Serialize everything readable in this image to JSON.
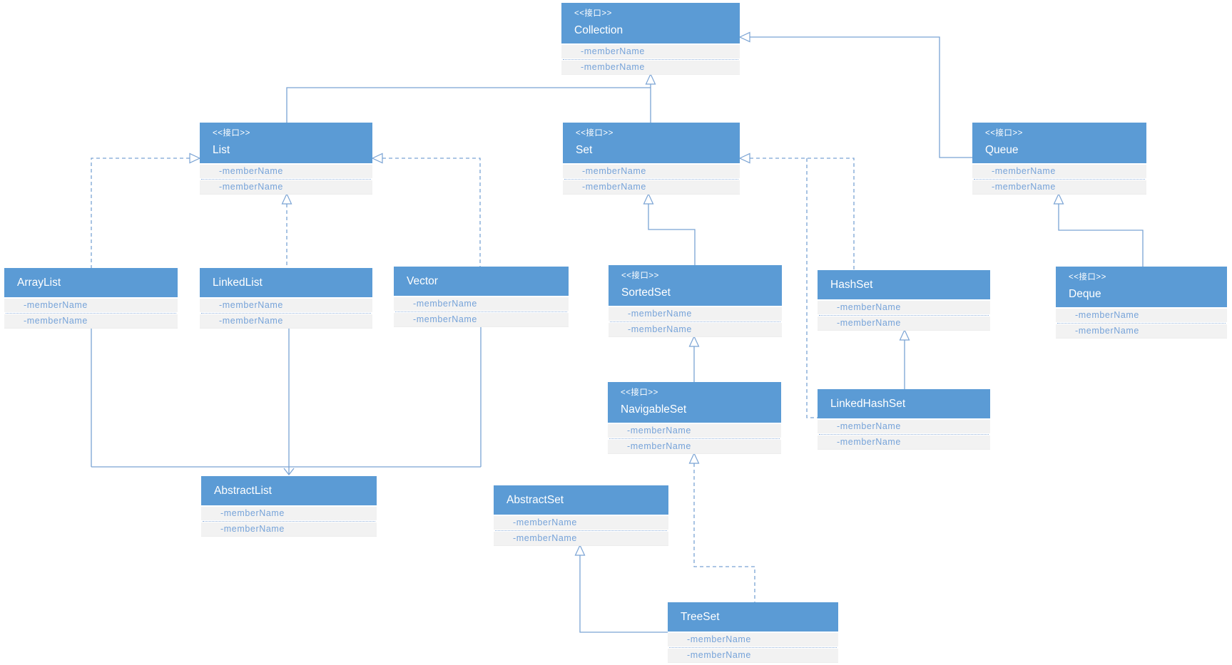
{
  "diagram": {
    "kind": "uml-class-diagram",
    "interface_stereotype_label": "<<接口>>",
    "colors": {
      "header_blue": "#5b9bd5",
      "connector_blue": "#7aa3d4",
      "member_text_blue": "#76a3d9",
      "member_background": "#f2f2f2",
      "canvas_background": "#ffffff"
    },
    "nodes": {
      "collection": {
        "stereotype": "<<接口>>",
        "name": "Collection",
        "members": [
          "-memberName",
          "-memberName"
        ]
      },
      "list": {
        "stereotype": "<<接口>>",
        "name": "List",
        "members": [
          "-memberName",
          "-memberName"
        ]
      },
      "set": {
        "stereotype": "<<接口>>",
        "name": "Set",
        "members": [
          "-memberName",
          "-memberName"
        ]
      },
      "queue": {
        "stereotype": "<<接口>>",
        "name": "Queue",
        "members": [
          "-memberName",
          "-memberName"
        ]
      },
      "arraylist": {
        "name": "ArrayList",
        "members": [
          "-memberName",
          "-memberName"
        ]
      },
      "linkedlist": {
        "name": "LinkedList",
        "members": [
          "-memberName",
          "-memberName"
        ]
      },
      "vector": {
        "name": "Vector",
        "members": [
          "-memberName",
          "-memberName"
        ]
      },
      "sortedset": {
        "stereotype": "<<接口>>",
        "name": "SortedSet",
        "members": [
          "-memberName",
          "-memberName"
        ]
      },
      "hashset": {
        "name": "HashSet",
        "members": [
          "-memberName",
          "-memberName"
        ]
      },
      "deque": {
        "stereotype": "<<接口>>",
        "name": "Deque",
        "members": [
          "-memberName",
          "-memberName"
        ]
      },
      "navigableset": {
        "stereotype": "<<接口>>",
        "name": "NavigableSet",
        "members": [
          "-memberName",
          "-memberName"
        ]
      },
      "linkedhashset": {
        "name": "LinkedHashSet",
        "members": [
          "-memberName",
          "-memberName"
        ]
      },
      "abstractlist": {
        "name": "AbstractList",
        "members": [
          "-memberName",
          "-memberName"
        ]
      },
      "abstractset": {
        "name": "AbstractSet",
        "members": [
          "-memberName",
          "-memberName"
        ]
      },
      "treeset": {
        "name": "TreeSet",
        "members": [
          "-memberName",
          "-memberName"
        ]
      }
    },
    "edges": [
      {
        "from": "list",
        "to": "collection",
        "line": "solid",
        "arrow": "hollow-triangle"
      },
      {
        "from": "set",
        "to": "collection",
        "line": "solid",
        "arrow": "hollow-triangle"
      },
      {
        "from": "queue",
        "to": "collection",
        "line": "solid",
        "arrow": "hollow-triangle"
      },
      {
        "from": "arraylist",
        "to": "list",
        "line": "dashed",
        "arrow": "hollow-triangle"
      },
      {
        "from": "linkedlist",
        "to": "list",
        "line": "dashed",
        "arrow": "hollow-triangle"
      },
      {
        "from": "vector",
        "to": "list",
        "line": "dashed",
        "arrow": "hollow-triangle"
      },
      {
        "from": "hashset",
        "to": "set",
        "line": "dashed",
        "arrow": "hollow-triangle"
      },
      {
        "from": "linkedhashset",
        "to": "set",
        "line": "dashed",
        "arrow": "none"
      },
      {
        "from": "sortedset",
        "to": "set",
        "line": "solid",
        "arrow": "hollow-triangle"
      },
      {
        "from": "navigableset",
        "to": "sortedset",
        "line": "solid",
        "arrow": "hollow-triangle"
      },
      {
        "from": "treeset",
        "to": "navigableset",
        "line": "dashed",
        "arrow": "hollow-triangle"
      },
      {
        "from": "deque",
        "to": "queue",
        "line": "solid",
        "arrow": "hollow-triangle"
      },
      {
        "from": "linkedhashset",
        "to": "hashset",
        "line": "solid",
        "arrow": "hollow-triangle"
      },
      {
        "from": "treeset",
        "to": "abstractset",
        "line": "solid",
        "arrow": "hollow-triangle"
      },
      {
        "from": "arraylist",
        "to": "abstractlist",
        "line": "solid",
        "arrow": "open"
      },
      {
        "from": "linkedlist",
        "to": "abstractlist",
        "line": "solid",
        "arrow": "open"
      },
      {
        "from": "vector",
        "to": "abstractlist",
        "line": "solid",
        "arrow": "open"
      }
    ]
  }
}
